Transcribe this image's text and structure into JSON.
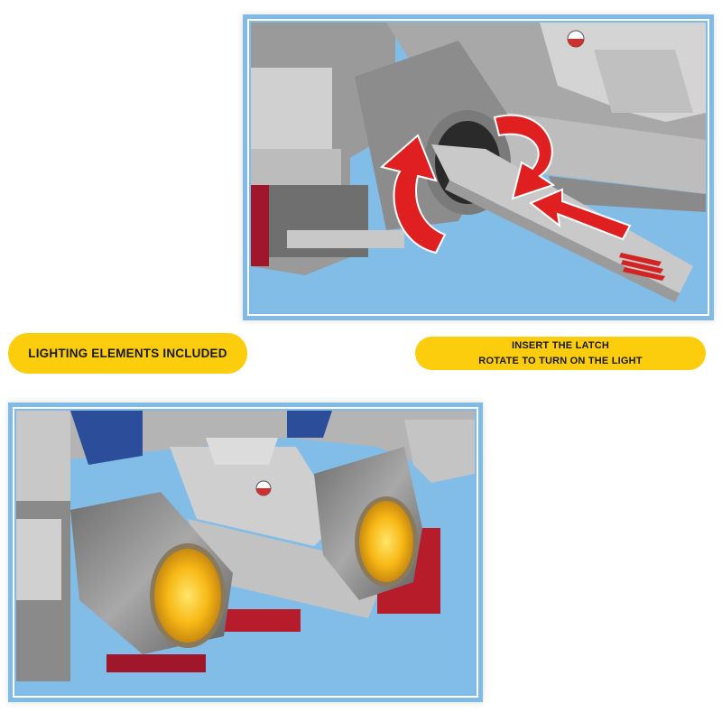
{
  "labels": {
    "lighting": "LIGHTING ELEMENTS INCLUDED",
    "instruction_line1": "INSERT THE LATCH",
    "instruction_line2": "ROTATE TO TURN ON THE LIGHT"
  },
  "images": {
    "top": {
      "description": "Close-up of gray brick spaceship engine nozzle with a latch bar inserted; red rotate and insert arrows",
      "icons": [
        "rotate-arrow-icon",
        "insert-arrow-icon"
      ]
    },
    "bottom": {
      "description": "Rear view of gray brick spaceship with two glowing yellow engine lights"
    }
  },
  "colors": {
    "frame_blue": "#7fbbe6",
    "sky_blue": "#82bde8",
    "pill_yellow": "#fbcd0c",
    "arrow_red": "#e02020",
    "engine_glow": "#f7b815"
  }
}
